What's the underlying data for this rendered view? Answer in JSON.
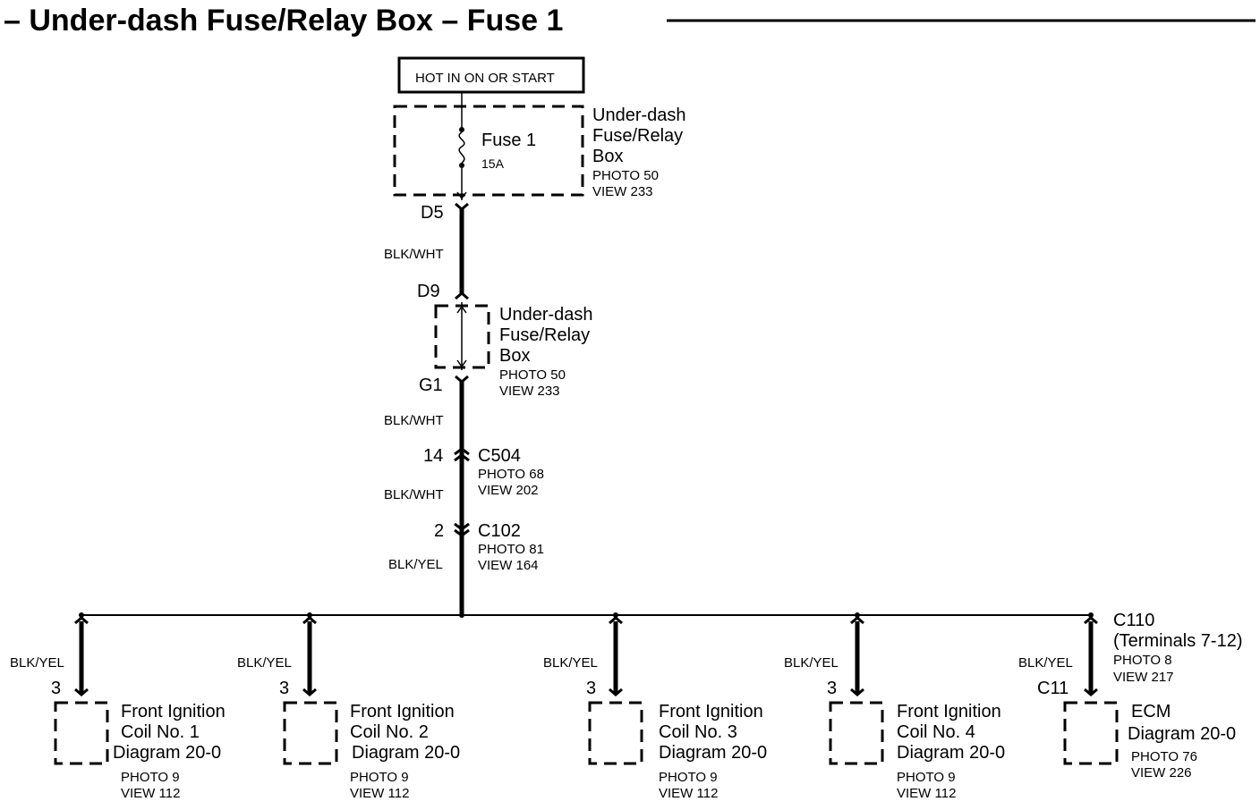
{
  "title": "– Under-dash Fuse/Relay Box – Fuse 1",
  "hot_label": "HOT IN ON OR START",
  "fuse_box": {
    "fuse_name": "Fuse 1",
    "fuse_rating": "15A",
    "name_lines": [
      "Under-dash",
      "Fuse/Relay",
      "Box"
    ],
    "photo": "PHOTO 50",
    "view": "VIEW 233"
  },
  "relay_box": {
    "name_lines": [
      "Under-dash",
      "Fuse/Relay",
      "Box"
    ],
    "photo": "PHOTO 50",
    "view": "VIEW 233"
  },
  "terminals": {
    "d5": "D5",
    "d9": "D9",
    "g1": "G1"
  },
  "wire_colors": {
    "w1": "BLK/WHT",
    "w2": "BLK/WHT",
    "w3": "BLK/WHT",
    "w4": "BLK/YEL"
  },
  "connector_c504": {
    "pin": "14",
    "name": "C504",
    "photo": "PHOTO 68",
    "view": "VIEW 202"
  },
  "connector_c102": {
    "pin": "2",
    "name": "C102",
    "photo": "PHOTO 81",
    "view": "VIEW 164"
  },
  "connector_c110": {
    "name": "C110",
    "terminals": "(Terminals 7-12)",
    "photo": "PHOTO 8",
    "view": "VIEW 217"
  },
  "loads": [
    {
      "wire": "BLK/YEL",
      "pin": "3",
      "name_lines": [
        "Front Ignition",
        "Coil No. 1",
        "Diagram 20-0"
      ],
      "photo": "PHOTO 9",
      "view": "VIEW 112"
    },
    {
      "wire": "BLK/YEL",
      "pin": "3",
      "name_lines": [
        "Front Ignition",
        "Coil No. 2",
        "Diagram 20-0"
      ],
      "photo": "PHOTO 9",
      "view": "VIEW 112"
    },
    {
      "wire": "BLK/YEL",
      "pin": "3",
      "name_lines": [
        "Front Ignition",
        "Coil No. 3",
        "Diagram 20-0"
      ],
      "photo": "PHOTO 9",
      "view": "VIEW 112"
    },
    {
      "wire": "BLK/YEL",
      "pin": "3",
      "name_lines": [
        "Front Ignition",
        "Coil No. 4",
        "Diagram 20-0"
      ],
      "photo": "PHOTO 9",
      "view": "VIEW 112"
    },
    {
      "wire": "BLK/YEL",
      "pin": "C11",
      "name_lines": [
        "ECM",
        "Diagram 20-0"
      ],
      "photo": "PHOTO 76",
      "view": "VIEW 226"
    }
  ]
}
